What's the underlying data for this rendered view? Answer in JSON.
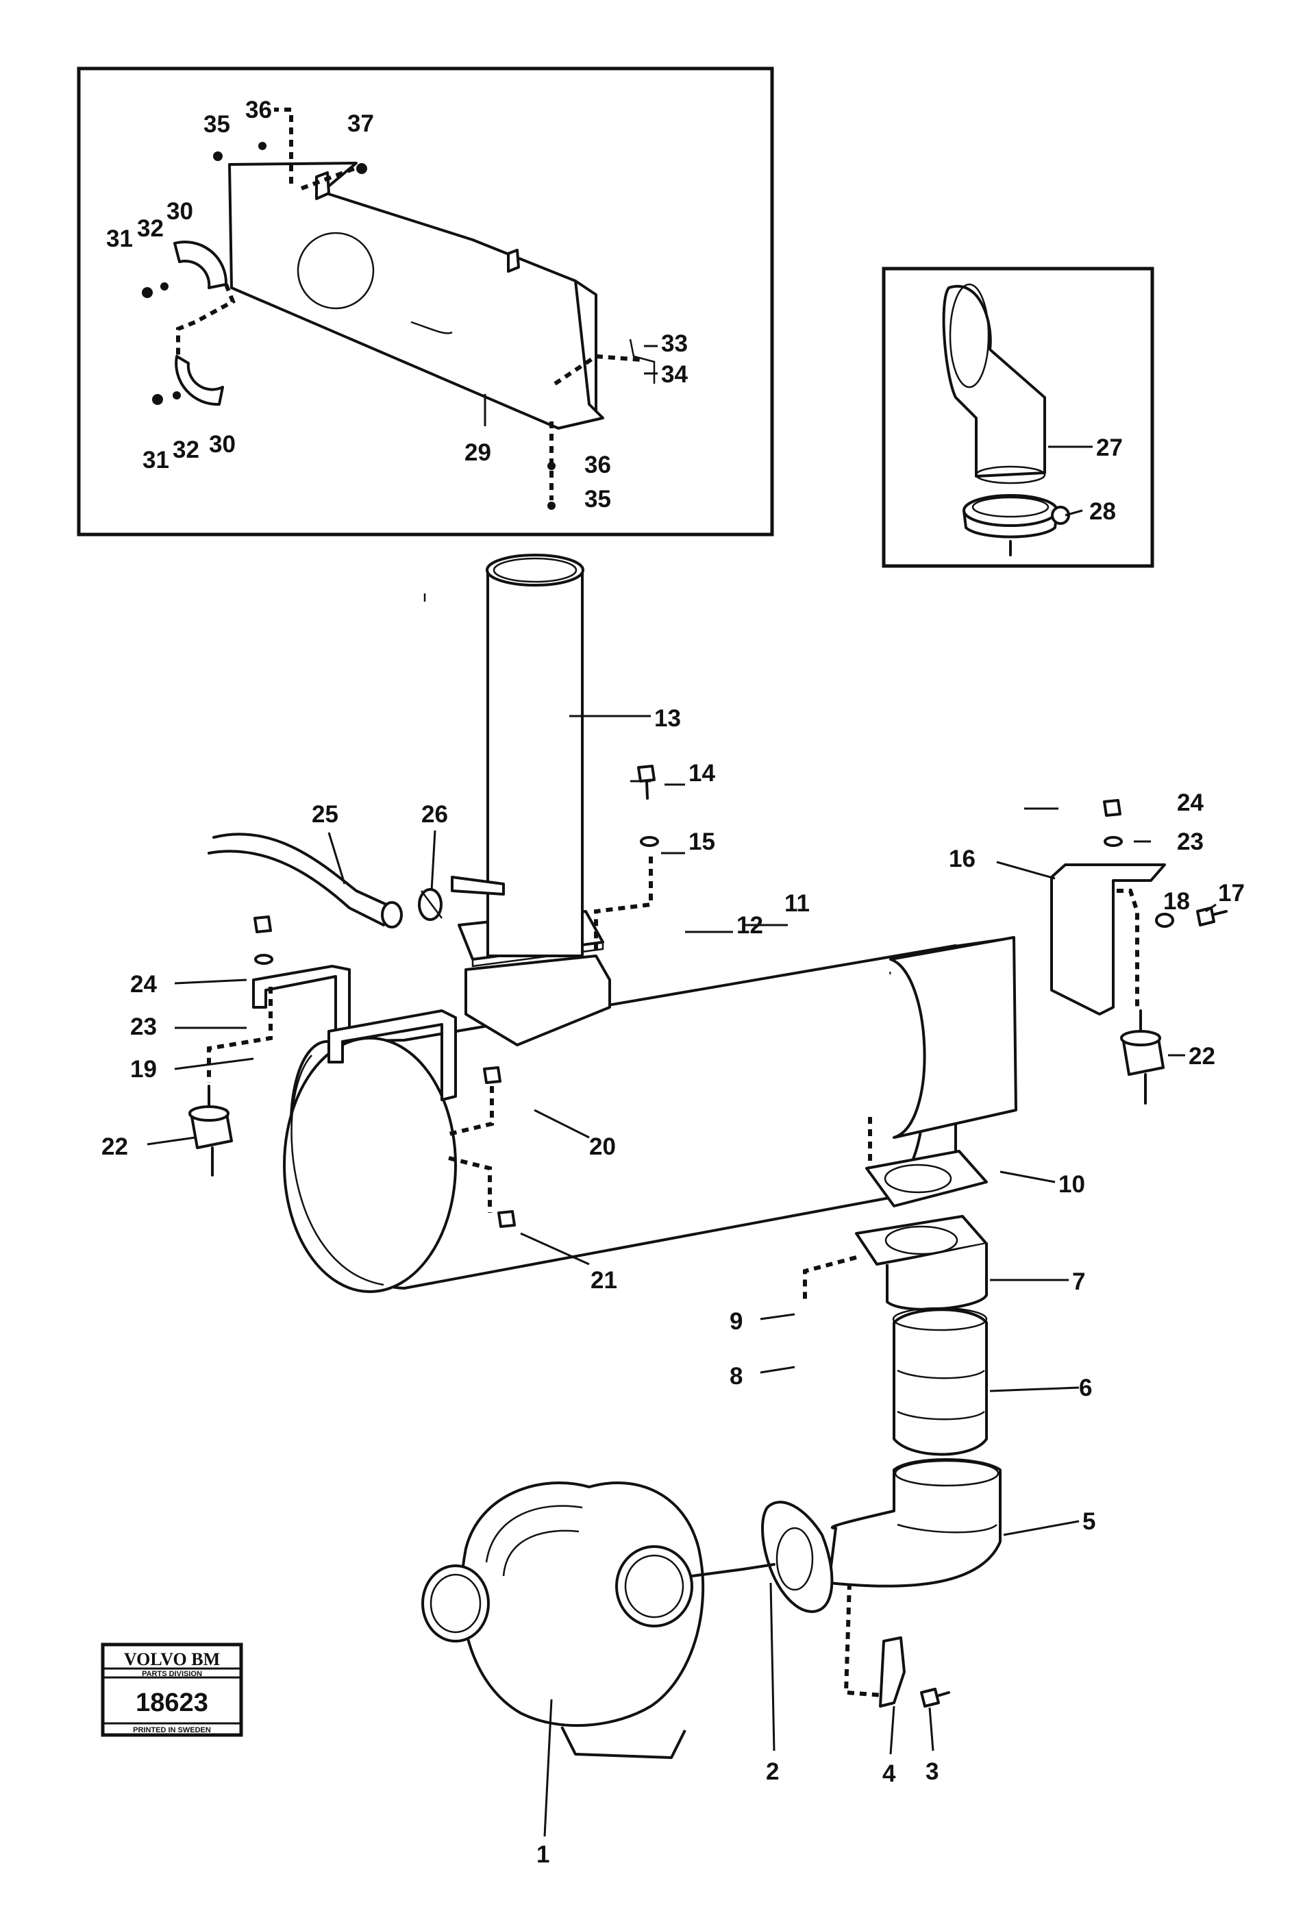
{
  "labels": {
    "l35a": "35",
    "l36a": "36",
    "l37": "37",
    "l31a": "31",
    "l32a": "32",
    "l30a": "30",
    "l33": "33",
    "l34": "34",
    "l31b": "31",
    "l32b": "32",
    "l30b": "30",
    "l29": "29",
    "l36b": "36",
    "l35b": "35",
    "l27": "27",
    "l28": "28",
    "l13": "13",
    "l14": "14",
    "l15": "15",
    "l25": "25",
    "l26": "26",
    "l24a": "24",
    "l23a": "23",
    "l16": "16",
    "l17": "17",
    "l18": "18",
    "l11": "11",
    "l12": "12",
    "l24b": "24",
    "l23b": "23",
    "l19": "19",
    "l22a": "22",
    "l22b": "22",
    "l20": "20",
    "l10": "10",
    "l21": "21",
    "l7": "7",
    "l9": "9",
    "l8": "8",
    "l6": "6",
    "l5": "5",
    "l2": "2",
    "l4": "4",
    "l3": "3",
    "l1": "1"
  },
  "stamp": {
    "brand": "VOLVO BM",
    "division": "PARTS DIVISION",
    "number": "18623",
    "printed": "PRINTED IN SWEDEN"
  }
}
